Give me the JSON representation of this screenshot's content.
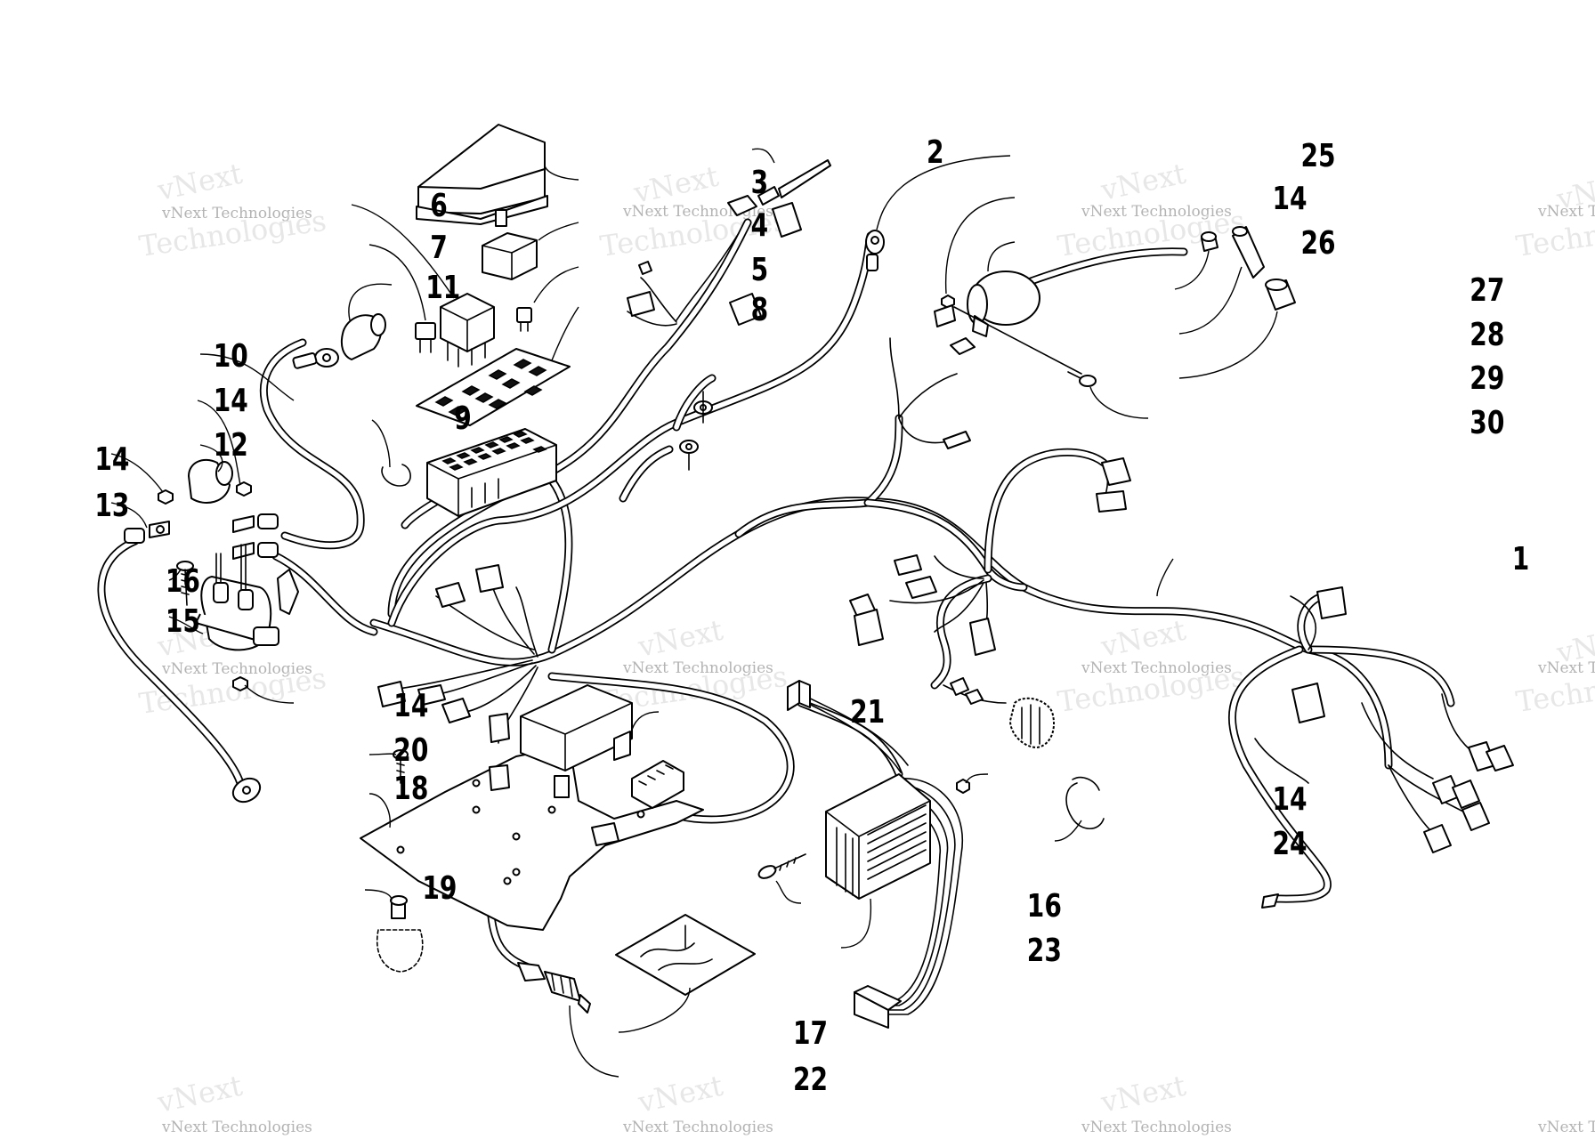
{
  "diagram": {
    "callouts": [
      "1",
      "2",
      "3",
      "4",
      "5",
      "6",
      "7",
      "8",
      "9",
      "10",
      "11",
      "12",
      "13",
      "14",
      "14",
      "14",
      "14",
      "14",
      "14",
      "15",
      "16",
      "16",
      "17",
      "18",
      "19",
      "20",
      "21",
      "22",
      "23",
      "24",
      "25",
      "26",
      "27",
      "28",
      "29",
      "30"
    ],
    "watermark": {
      "line1": "vNext Technologies",
      "line2": "vNext",
      "line3": "Technologies"
    }
  }
}
